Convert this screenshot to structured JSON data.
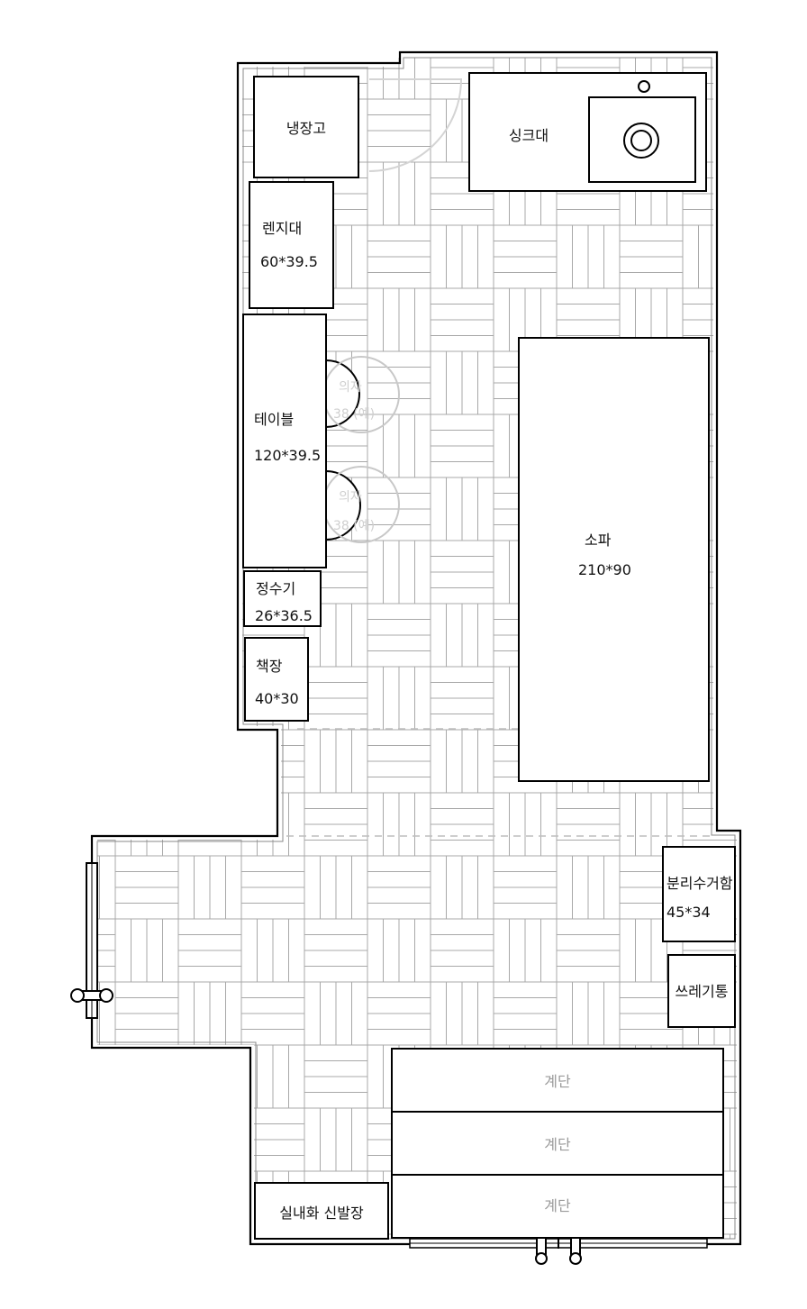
{
  "furniture": {
    "fridge": {
      "label": "냉장고"
    },
    "sink": {
      "label": "싱크대"
    },
    "range_stand": {
      "label": "렌지대",
      "size": "60*39.5"
    },
    "table": {
      "label": "테이블",
      "size": "120*39.5"
    },
    "chair_1": {
      "label": "의자",
      "size": "38 (예)"
    },
    "chair_2": {
      "label": "의자",
      "size": "38 (예)"
    },
    "water_purifier": {
      "label": "정수기",
      "size": "26*36.5"
    },
    "bookshelf": {
      "label": "책장",
      "size": "40*30"
    },
    "sofa": {
      "label": "소파",
      "size": "210*90"
    },
    "recycle_bin": {
      "label": "분리수거함",
      "size": "45*34"
    },
    "trash_can": {
      "label": "쓰레기통"
    },
    "shoe_cabinet": {
      "label": "실내화 신발장"
    }
  },
  "stairs": [
    {
      "label": "계단"
    },
    {
      "label": "계단"
    },
    {
      "label": "계단"
    }
  ],
  "colors": {
    "wall": "#000000",
    "tile_line": "#a8a8a8",
    "stair_text": "#9a9a9a",
    "ghost": "#cfcfcf"
  }
}
